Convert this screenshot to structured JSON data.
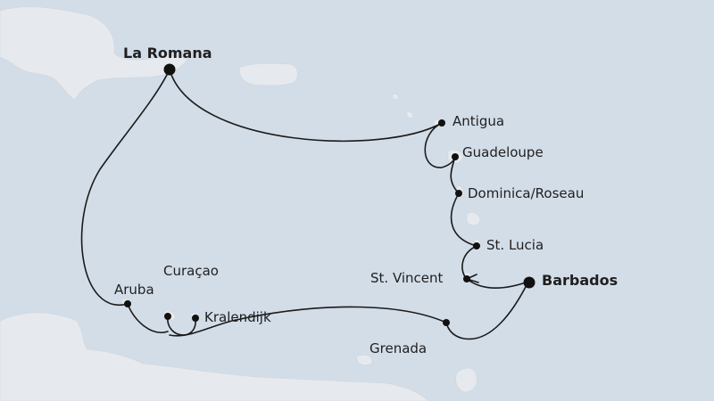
{
  "ports": [
    {
      "id": "la-romana",
      "name": "La Romana",
      "emphasis": true
    },
    {
      "id": "antigua",
      "name": "Antigua",
      "emphasis": false
    },
    {
      "id": "guadeloupe",
      "name": "Guadeloupe",
      "emphasis": false
    },
    {
      "id": "dominica",
      "name": "Dominica/Roseau",
      "emphasis": false
    },
    {
      "id": "st-lucia",
      "name": "St. Lucia",
      "emphasis": false
    },
    {
      "id": "st-vincent",
      "name": "St. Vincent",
      "emphasis": false
    },
    {
      "id": "barbados",
      "name": "Barbados",
      "emphasis": true
    },
    {
      "id": "grenada",
      "name": "Grenada",
      "emphasis": false
    },
    {
      "id": "kralendijk",
      "name": "Kralendijk",
      "emphasis": false
    },
    {
      "id": "curacao",
      "name": "Curaçao",
      "emphasis": false
    },
    {
      "id": "aruba",
      "name": "Aruba",
      "emphasis": false
    }
  ],
  "colors": {
    "sea": "#d3dde8",
    "land": "#e6eaee",
    "route": "#1a1a1a",
    "marker": "#111111",
    "text": "#1f1f1f"
  }
}
